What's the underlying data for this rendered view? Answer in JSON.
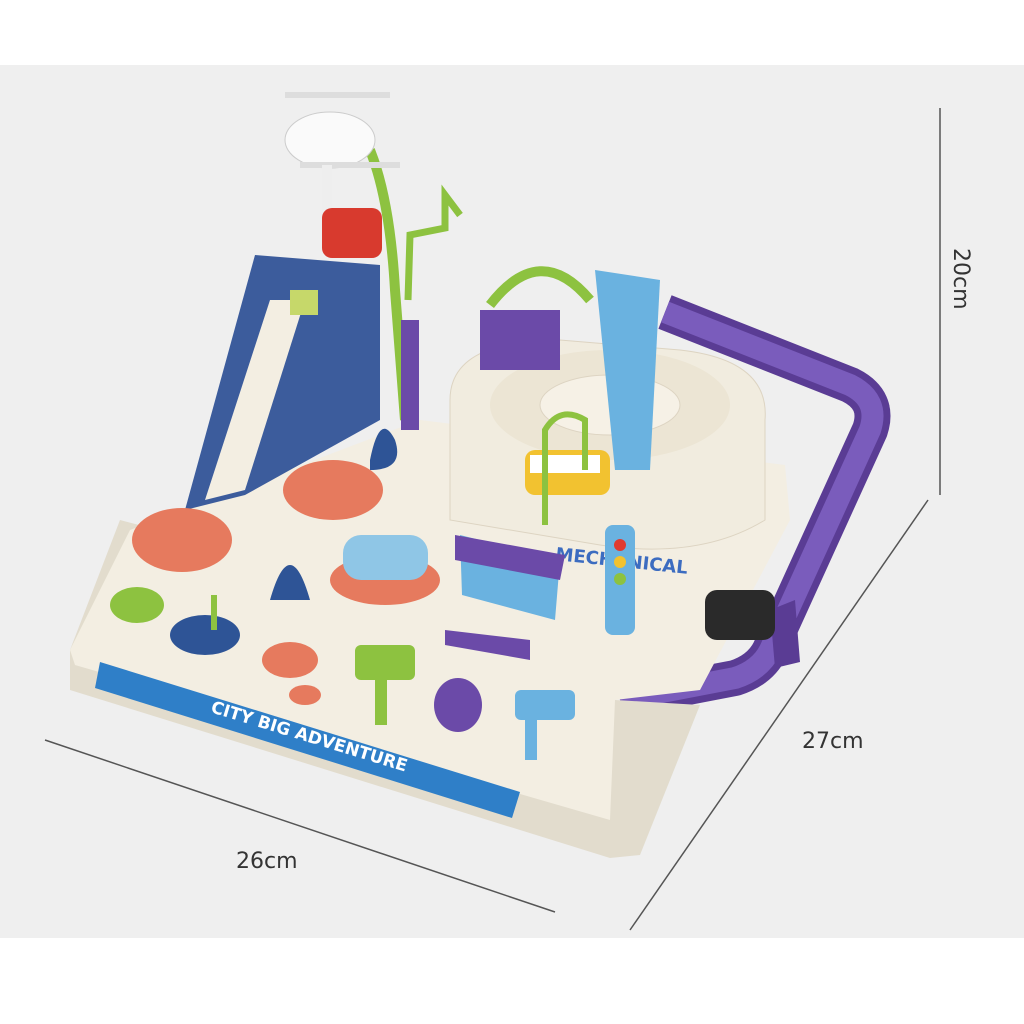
{
  "product": {
    "label_text": "CITY BIG ADVENTURE",
    "sign_text": "MECHANICAL"
  },
  "dimensions": {
    "height": "20cm",
    "depth": "27cm",
    "width": "26cm"
  },
  "colors": {
    "background": "#efefef",
    "base": "#f3eee2",
    "track_purple": "#6a4aa8",
    "slide_blue": "#3c5c9c",
    "accent_orange": "#e67a5e",
    "accent_green": "#8dc240",
    "accent_lightblue": "#6ab2e0"
  }
}
